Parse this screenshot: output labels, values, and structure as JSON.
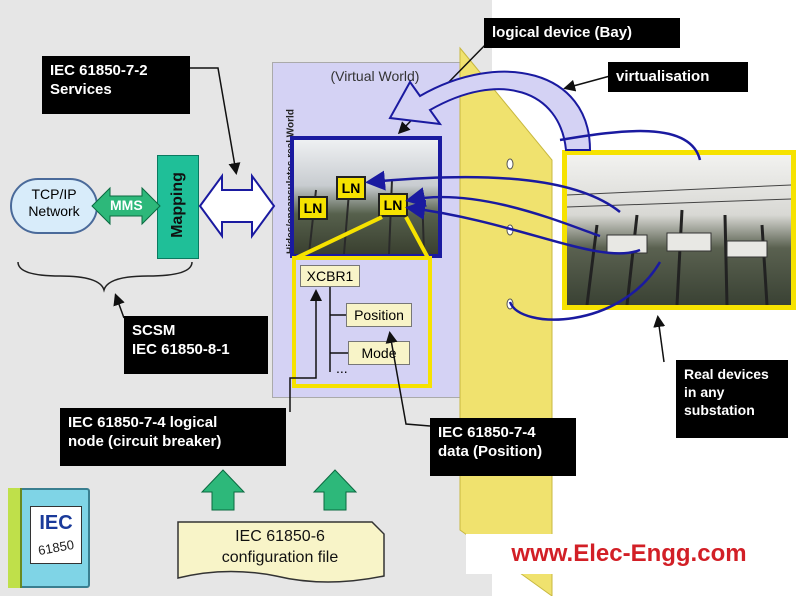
{
  "labels": {
    "logical_device": "logical device (Bay)",
    "services": "IEC 61850-7-2\nServices",
    "virtualisation": "virtualisation",
    "virtual_world": "(Virtual World)",
    "hides": "Hides/encapsulates real World",
    "tcpip": "TCP/IP\nNetwork",
    "mms": "MMS",
    "mapping": "Mapping",
    "ln": "LN",
    "xcbr1": "XCBR1",
    "position": "Position",
    "mode": "Mode",
    "ellipsis": "...",
    "scsm": "SCSM\nIEC 61850-8-1",
    "logical_node": "IEC 61850-7-4 logical\nnode (circuit breaker)",
    "data_position": "IEC 61850-7-4\ndata (Position)",
    "real_devices": "Real devices\nin any\nsubstation",
    "config_file": "IEC 61850-6\nconfiguration file",
    "book_title": "IEC",
    "book_number": "61850",
    "website": "www.Elec-Engg.com"
  },
  "colors": {
    "virtual_box": "#d4d2f4",
    "highlight": "#f6e200",
    "panel": "#f0e26e",
    "mms_green": "#2db87a",
    "teal": "#1fbf98",
    "frame_blue": "#1a1aa0",
    "website_red": "#d21f26"
  }
}
